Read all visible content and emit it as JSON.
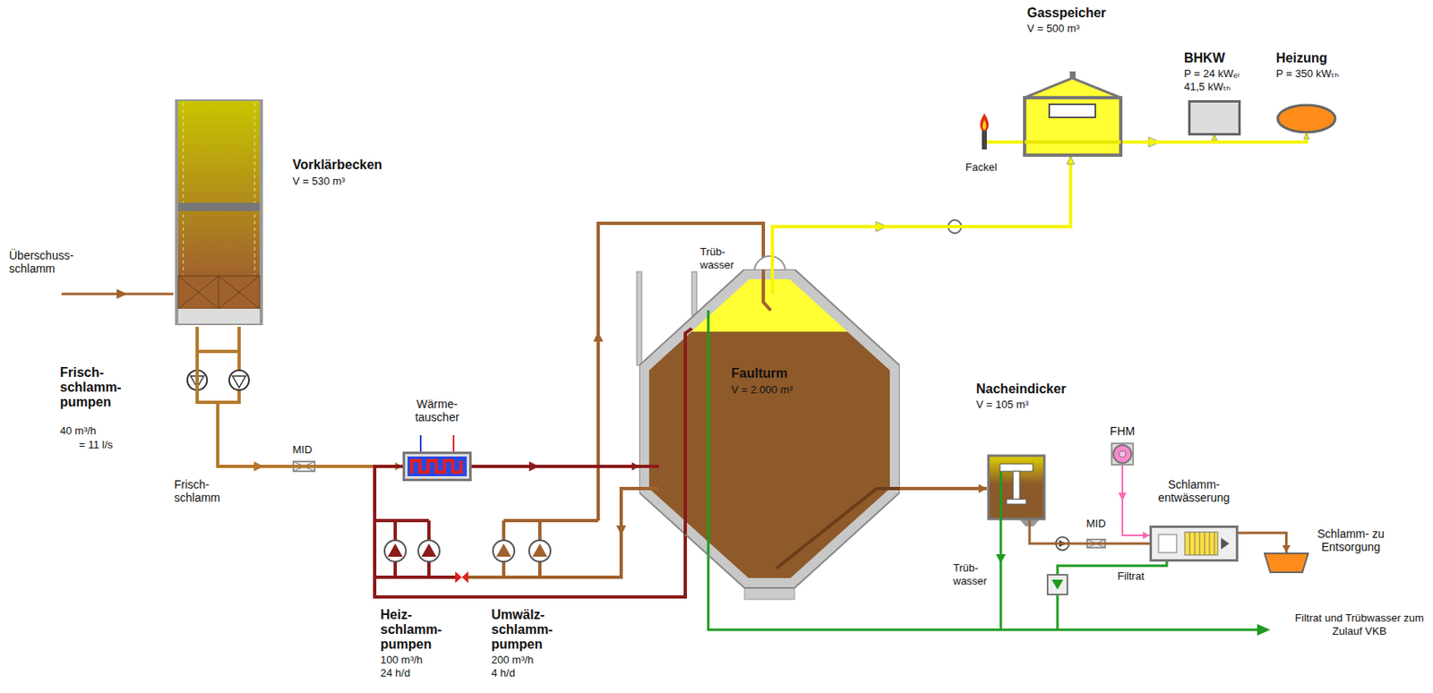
{
  "diagram": {
    "nodes": [
      {
        "text": [
          "Vorklärbecken",
          "V = 530 m³"
        ]
      },
      {
        "text": [
          "Wärme- tauscher"
        ]
      },
      {
        "text": [
          "Faulturm",
          "V = 2.000 m³"
        ]
      },
      {
        "text": [
          "Gasspeicher",
          "V = 500 m³"
        ]
      },
      {
        "text": [
          "BHKW",
          "P = 24 kWₑₗ 41,5 kWₜₕ"
        ]
      },
      {
        "text": [
          "Heizung",
          "P = 350 kWₜₕ"
        ]
      },
      {
        "text": [
          "Nacheindicker",
          "V = 105 m³"
        ]
      },
      {
        "text": [
          "FHM"
        ]
      },
      {
        "text": [
          "Schlamm- entwässerung"
        ]
      },
      {
        "text": [
          "Schlamm- zu Entsorgung"
        ]
      }
    ],
    "edges": [
      {
        "from": 0,
        "to": 1,
        "arrow": "to"
      },
      {
        "from": 1,
        "to": 2,
        "arrow": "to"
      },
      {
        "from": 2,
        "to": 1,
        "arrow": "none"
      },
      {
        "from": 2,
        "to": 3,
        "arrow": "to"
      },
      {
        "from": 3,
        "to": 4,
        "arrow": "to"
      },
      {
        "from": 3,
        "to": 5,
        "arrow": "to"
      },
      {
        "from": 2,
        "to": 6,
        "arrow": "to"
      },
      {
        "from": 6,
        "to": 8,
        "arrow": "none"
      },
      {
        "from": 7,
        "to": 8,
        "arrow": "to"
      },
      {
        "from": 8,
        "to": 9,
        "arrow": "to"
      }
    ],
    "labels": [
      "Überschuss- schlamm",
      "Frisch- schlamm- pumpen",
      "40 m³/h",
      "= 11 l/s",
      "MID",
      "Frisch- schlamm",
      "Heiz- schlamm- pumpen",
      "100 m³/h",
      "24 h/d",
      "Umwälz- schlamm- pumpen",
      "200 m³/h",
      "4 h/d",
      "Trüb- wasser",
      "Fackel",
      "MID",
      "Trüb- wasser",
      "Filtrat",
      "Filtrat und Trübwasser zum Zulauf VKB"
    ]
  }
}
